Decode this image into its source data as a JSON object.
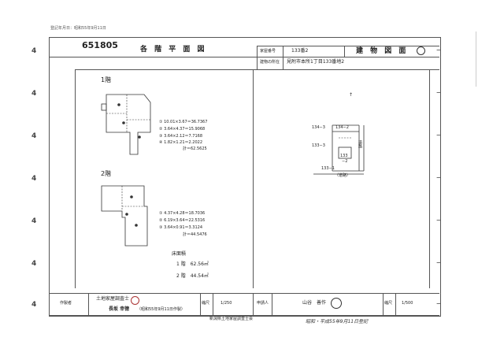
{
  "header_stamp": "登記年月日：昭和55年9月11日",
  "doc_number": "651805",
  "floor_plan_title": "各 階 平 面 図",
  "building_number_label": "家屋番号",
  "building_number_value": "133番2",
  "building_plan_title": "建 物 図 面",
  "location_label": "建物の所在",
  "location_value": "見附市本所1丁目133番地2",
  "floor1": {
    "label": "1階",
    "calc": [
      "① 10.01×3.67＝36.7367",
      "② 3.64×4.37＝15.9068",
      "③ 3.64×2.12＝7.7168",
      "④ 1.82×1.21＝2.2022",
      "計＝62.5625"
    ]
  },
  "floor2": {
    "label": "2階",
    "calc": [
      "① 4.37×4.28＝18.7036",
      "② 6.19×3.64＝22.5316",
      "③ 3.64×0.91＝3.3124",
      "計＝44.5476"
    ]
  },
  "floor_area": {
    "title": "床面積",
    "items": [
      "1 階　62.56㎡",
      "2 階　44.54㎡"
    ]
  },
  "site_plan": {
    "north": "↑",
    "lots": [
      "134−3",
      "134−2",
      "133−3",
      "133",
      "−2",
      "133−1"
    ],
    "road": "（道路）",
    "side_road": "道路"
  },
  "footer": {
    "author_label": "作製者",
    "author_org": "土地家屋調査士",
    "author_name": "長坂 幸徳",
    "author_date": "（昭和55年9月11日作製）",
    "scale_label": "縮尺",
    "scale_left": "1/250",
    "applicant_label": "申請人",
    "applicant_name": "山谷　善作",
    "scale_right": "1/500",
    "bottom_org": "新潟県土地家屋調査士会",
    "handwritten_date": "昭和・平成55年9月11日登記"
  },
  "margin_marks": [
    "4",
    "4",
    "4",
    "4",
    "4",
    "4",
    "4"
  ]
}
